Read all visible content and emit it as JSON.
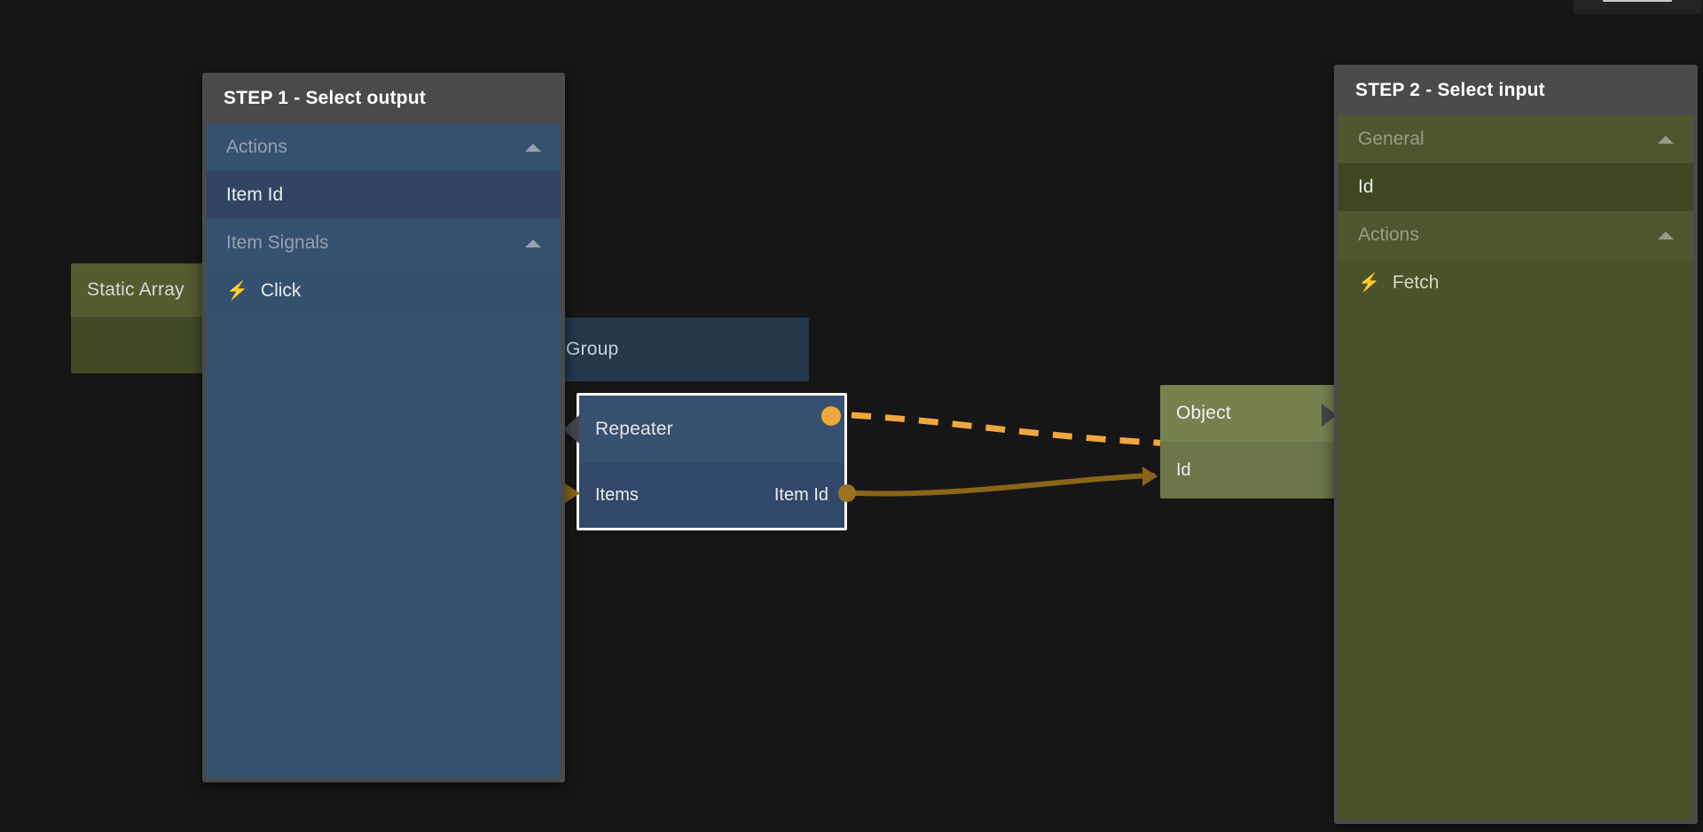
{
  "app": {
    "background": "#161616",
    "accent_bright": "#f0a73c",
    "accent_dim": "#8a6417"
  },
  "top_widget": {
    "name": "window-handle"
  },
  "canvas": {
    "nodes": [
      {
        "id": "static-array",
        "title": "Static Array",
        "type": "olive",
        "ports": []
      },
      {
        "id": "group",
        "title": "Group",
        "type": "dark-blue",
        "ports": []
      },
      {
        "id": "repeater",
        "title": "Repeater",
        "type": "blue-selected",
        "input_label": "Items",
        "output_label": "Item Id"
      },
      {
        "id": "object",
        "title": "Object",
        "type": "olive",
        "input_label": "Id"
      }
    ],
    "connections": [
      {
        "from": "repeater.signal-out",
        "to": "object.title-in",
        "style": "dashed",
        "color": "#f0a73c"
      },
      {
        "from": "repeater.item-id",
        "to": "object.id",
        "style": "solid",
        "color": "#8a6417"
      }
    ]
  },
  "panel_1": {
    "title": "STEP 1 - Select output",
    "rows": [
      {
        "label": "Actions",
        "kind": "group",
        "caret": "chevron-up-icon",
        "expanded": true
      },
      {
        "label": "Item Id",
        "kind": "item"
      },
      {
        "label": "Item Signals",
        "kind": "group",
        "caret": "chevron-up-icon",
        "expanded": true
      },
      {
        "label": "Click",
        "kind": "signal",
        "icon": "lightning-icon"
      }
    ]
  },
  "panel_2": {
    "title": "STEP 2 - Select input",
    "rows": [
      {
        "label": "General",
        "kind": "group",
        "caret": "chevron-up-icon",
        "expanded": true
      },
      {
        "label": "Id",
        "kind": "item"
      },
      {
        "label": "Actions",
        "kind": "group",
        "caret": "chevron-up-icon",
        "expanded": true
      },
      {
        "label": "Fetch",
        "kind": "signal",
        "icon": "lightning-icon"
      }
    ]
  }
}
